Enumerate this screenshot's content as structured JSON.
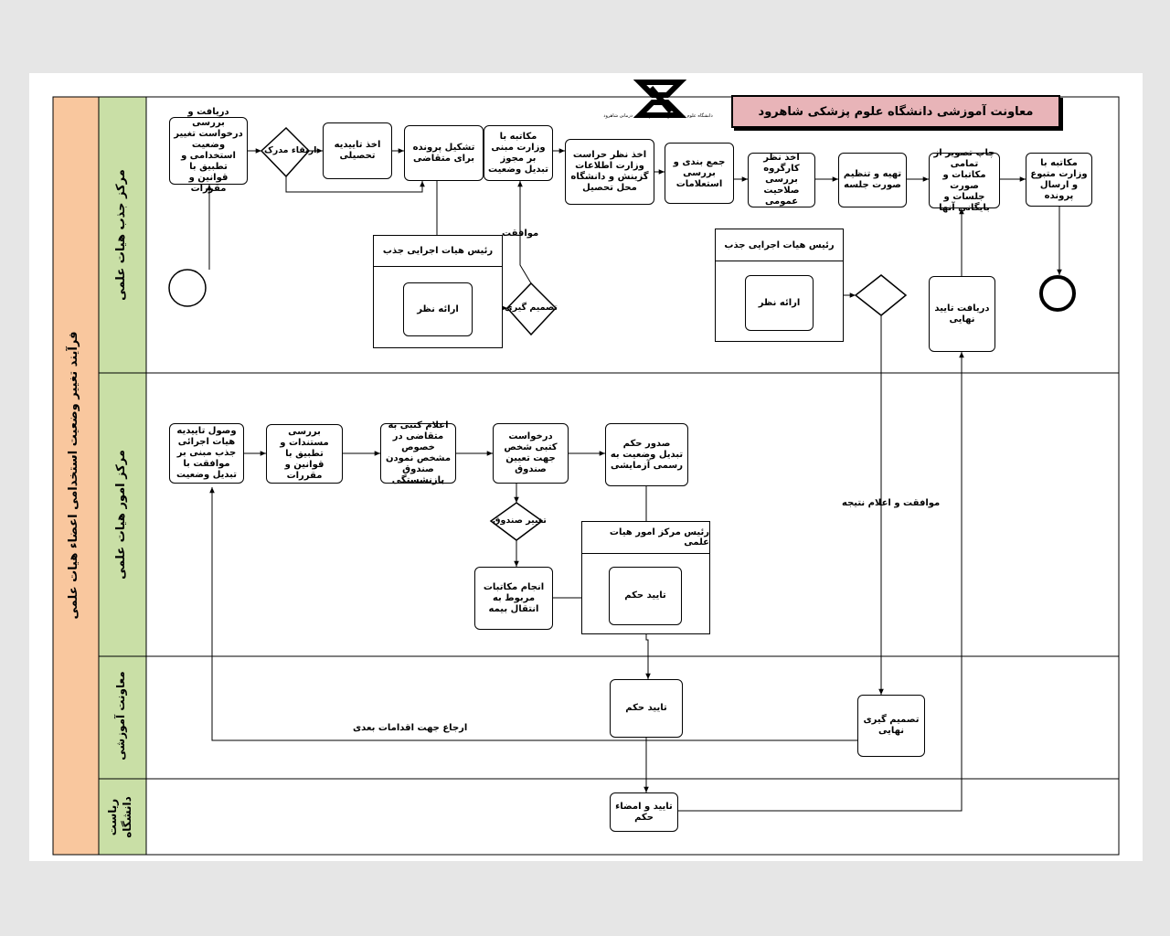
{
  "header": {
    "title": "معاونت آموزشی دانشگاه علوم پزشکی شاهرود",
    "logo_caption": "دانشگاه علوم پزشکی و خدمات بهداشتی، درمانی شاهرود",
    "logo_icon": "university-logo"
  },
  "process_title": "فرآیند تغییر وضعیت استخدامی اعضاء هیات علمی",
  "colors": {
    "process_band": "#f9c79e",
    "lane_band": "#c9dfa6",
    "header_fill": "#e8b4b8"
  },
  "lanes": [
    {
      "id": "lane1",
      "label": "مرکز جذب هیات علمی"
    },
    {
      "id": "lane2",
      "label": "مرکز امور هیات علمی"
    },
    {
      "id": "lane3",
      "label": "معاونت آموزشی"
    },
    {
      "id": "lane4",
      "label": "ریاست دانشگاه"
    }
  ],
  "tasks": {
    "t1": "دریافت و بررسی درخواست تغییر وضعیت استخدامی و تطبیق با قوانین و مقررات",
    "t2": "اخذ تاییدیه تحصیلی",
    "t3": "تشکیل پرونده برای متقاضی",
    "t4": "مکاتبه با وزارت مبنی بر مجوز تبدیل وضعیت",
    "t5": "اخذ نظر حراست وزارت اطلاعات گزینش و دانشگاه محل تحصیل",
    "t6": "جمع بندی و بررسی استعلامات",
    "t7": "اخذ نظر کارگروه بررسی صلاحیت عمومی",
    "t8": "تهیه و تنظیم صورت جلسه",
    "t9": "چاپ تصویر از تمامی مکاتبات و صورت جلسات و بایگانی آنها",
    "t10": "مکاتبه با وزارت متبوع و ارسال پرونده",
    "t11": "ارائه نظر",
    "t12": "ارائه نظر",
    "t13": "دریافت تایید نهایی",
    "t14": "وصول تاییدیه هیات اجرائی جذب مبنی بر موافقت با تبدیل وضعیت",
    "t15": "بررسی مستندات و تطبیق با قوانین و مقررات",
    "t16": "اعلام کتبی به متقاضی در خصوص مشخص نمودن صندوق بازنشستگی",
    "t17": "درخواست کتبی شخص جهت تعیین صندوق",
    "t18": "صدور حکم تبدیل وضعیت به رسمی آزمایشی",
    "t19": "انجام مکاتبات مربوط به انتقال بیمه",
    "t20": "تایید حکم",
    "t21": "تایید حکم",
    "t22": "تصمیم گیری نهایی",
    "t23": "تایید و امضاء حکم"
  },
  "pools": {
    "p1": "رئیس هیات اجرایی جذب",
    "p2": "رئیس هیات اجرایی جذب",
    "p3": "رئیس مرکز امور هیات علمی"
  },
  "gateways": {
    "g1": "ارتقاء مدرک",
    "g2": "تصمیم گیری",
    "g3": "تغییر صندوق"
  },
  "flow_labels": {
    "approval": "موافقت",
    "approval_result": "موافقت و اعلام نتیجه",
    "return": "ارجاع جهت اقدامات بعدی"
  }
}
